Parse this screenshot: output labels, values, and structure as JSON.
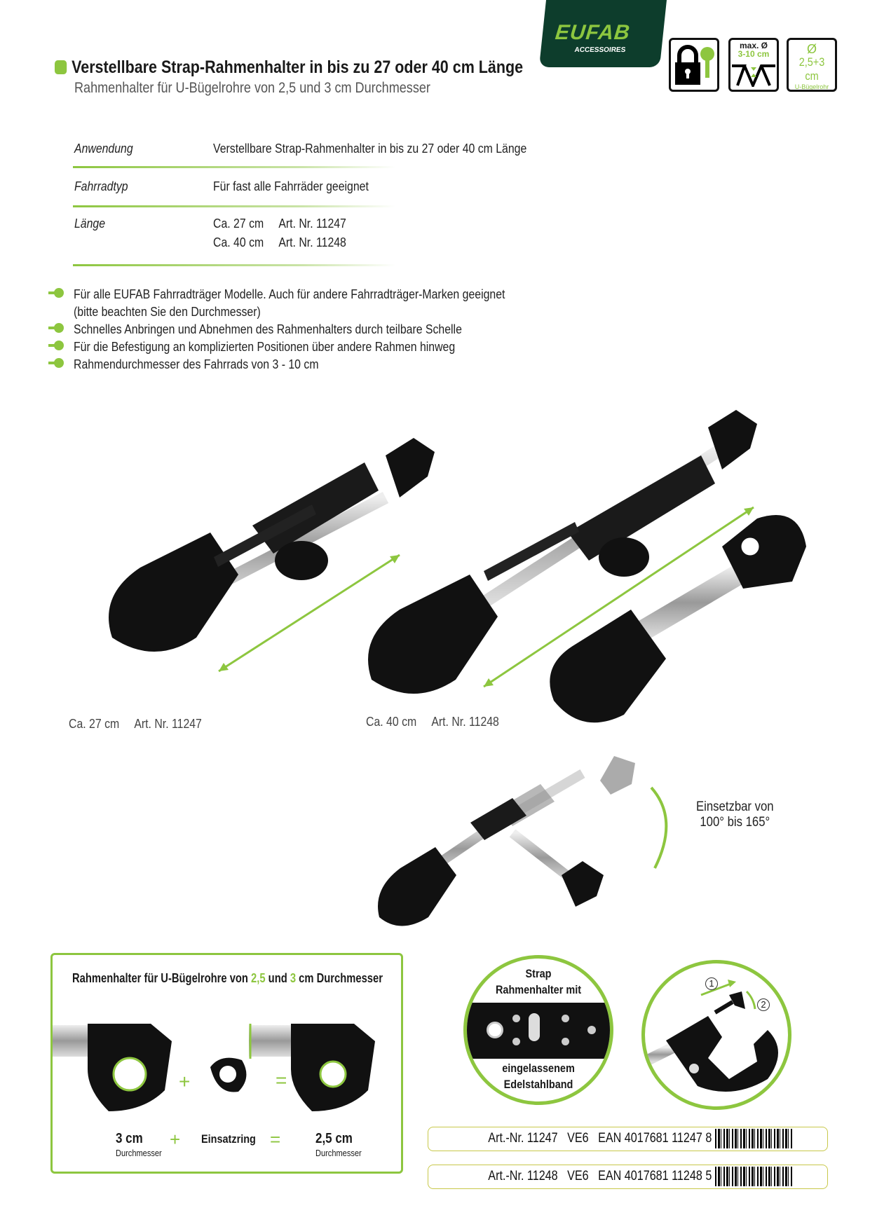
{
  "brand": {
    "logo_text": "EUFAB",
    "logo_sub": "ACCESSOIRES",
    "color_dark": "#0d3d2c",
    "accent": "#8dc63f"
  },
  "pictograms": [
    {
      "icon": "lock-key-icon"
    },
    {
      "label_top": "max. Ø",
      "label_value": "3-10 cm",
      "icon": "bike-frame-icon"
    },
    {
      "symbol": "Ø",
      "value": "2,5+3 cm",
      "sub": "U-Bügelrohr"
    }
  ],
  "header": {
    "title": "Verstellbare Strap-Rahmenhalter in bis zu 27 oder 40 cm Länge",
    "subtitle": "Rahmenhalter für U-Bügelrohre von 2,5 und 3 cm Durchmesser"
  },
  "specs": [
    {
      "label": "Anwendung",
      "values": [
        "Verstellbare Strap-Rahmenhalter in bis zu 27 oder 40 cm Länge"
      ]
    },
    {
      "label": "Fahrradtyp",
      "values": [
        "Für fast alle Fahrräder geeignet"
      ]
    },
    {
      "label": "Länge",
      "values": [
        "Ca. 27 cm     Art. Nr. 11247",
        "Ca. 40 cm     Art. Nr. 11248"
      ]
    }
  ],
  "features": [
    "Für alle EUFAB  Fahrradträger Modelle. Auch für andere Fahrradträger-Marken geeignet",
    "(bitte beachten Sie den Durchmesser)",
    "Schnelles Anbringen und Abnehmen des Rahmenhalters durch teilbare Schelle",
    "Für die Befestigung an komplizierten Positionen über andere Rahmen hinweg",
    "Rahmendurchmesser des Fahrrads von 3 - 10 cm"
  ],
  "products": [
    {
      "caption": "Ca. 27 cm     Art. Nr. 11247"
    },
    {
      "caption": "Ca. 40 cm     Art. Nr. 11248"
    }
  ],
  "angle": {
    "line1": "Einsetzbar von",
    "line2": "100° bis 165°"
  },
  "diameter_box": {
    "title_a": "Rahmenhalter für U-Bügelrohre von ",
    "title_b": "2,5",
    "title_c": " und ",
    "title_d": "3",
    "title_e": " cm Durchmesser",
    "plus": "+",
    "equals": "=",
    "left_value": "3 cm",
    "left_sub": "Durchmesser",
    "middle": "Einsatzring",
    "right_value": "2,5 cm",
    "right_sub": "Durchmesser"
  },
  "strap_circle": {
    "top1": "Strap",
    "top2": "Rahmenhalter mit",
    "bottom1": "eingelassenem",
    "bottom2": "Edelstahlband"
  },
  "clamp_circle": {
    "step1": "1",
    "step2": "2"
  },
  "barcodes": [
    {
      "text": "Art.-Nr. 11247   VE6   EAN 4017681 11247 8"
    },
    {
      "text": "Art.-Nr. 11248   VE6   EAN 4017681 11248 5"
    }
  ]
}
